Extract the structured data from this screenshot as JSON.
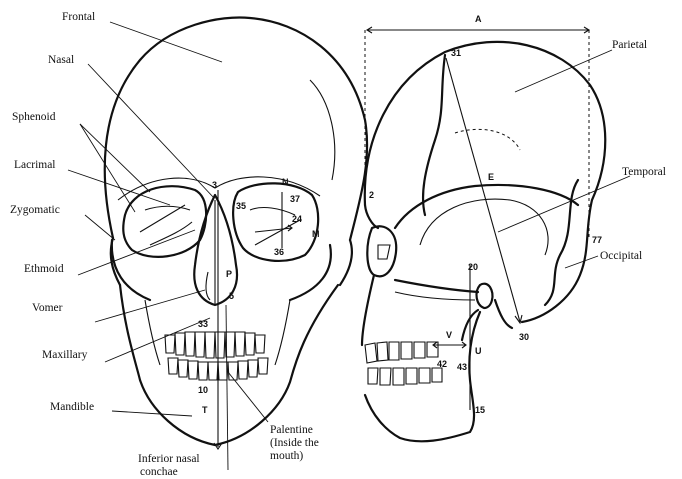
{
  "labels": {
    "frontal": "Frontal",
    "nasal": "Nasal",
    "sphenoid": "Sphenoid",
    "lacrimal": "Lacrimal",
    "zygomatic": "Zygomatic",
    "ethmoid": "Ethmoid",
    "vomer": "Vomer",
    "maxillary": "Maxillary",
    "mandible": "Mandible",
    "inferior_nasal_1": "Inferior nasal",
    "inferior_nasal_2": "conchae",
    "palentine_1": "Palentine",
    "palentine_2": "(Inside the",
    "palentine_3": "mouth)",
    "parietal": "Parietal",
    "temporal": "Temporal",
    "occipital": "Occipital"
  },
  "markers": {
    "front": {
      "n3": "3",
      "n35": "35",
      "n37": "37",
      "n24": "24",
      "n36": "36",
      "nN": "N",
      "nM": "M",
      "nP": "P",
      "n5": "5",
      "n33": "33",
      "n10": "10",
      "nT": "T"
    },
    "side": {
      "nA": "A",
      "n31": "31",
      "n2": "2",
      "nE": "E",
      "n77": "77",
      "n20": "20",
      "n30": "30",
      "nV": "V",
      "nU": "U",
      "n42": "42",
      "n43": "43",
      "n15": "15"
    }
  }
}
